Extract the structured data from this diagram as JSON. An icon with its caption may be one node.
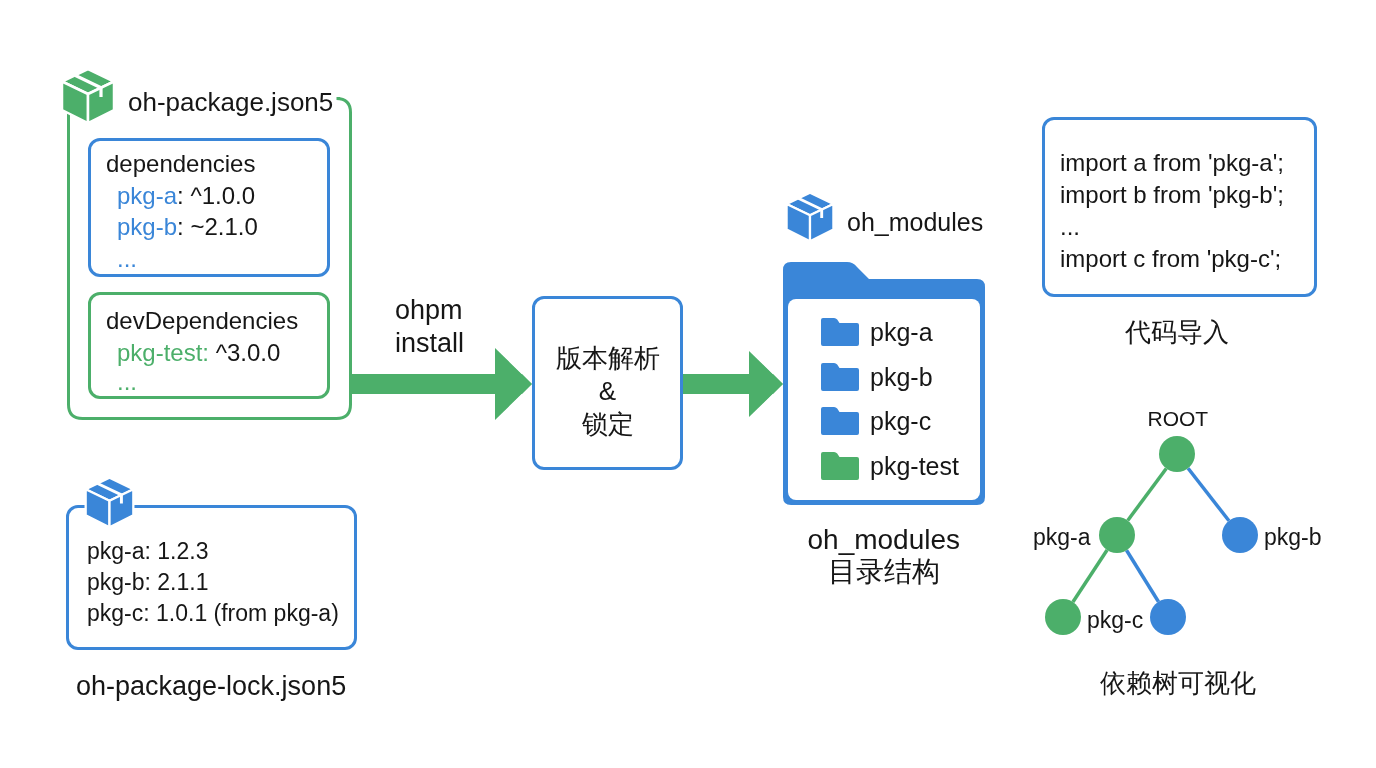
{
  "diagram": {
    "nodes": [
      {
        "text": [
          "oh-package.json5"
        ]
      },
      {
        "text": [
          "dependencies",
          "pkg-a: ^1.0.0",
          "pkg-b: ~2.1.0",
          "..."
        ],
        "in": 0
      },
      {
        "text": [
          "devDependencies",
          "pkg-test: ^3.0.0",
          "..."
        ],
        "in": 0
      },
      {
        "text": [
          "pkg-a: 1.2.3",
          "pkg-b: 2.1.1",
          "pkg-c: 1.0.1 (from pkg-a)"
        ],
        "beside": [
          "oh-package-lock.json5"
        ]
      },
      {
        "text": [
          "版本解析 & 锁定"
        ]
      },
      {
        "text": [
          "oh_modules",
          "pkg-a",
          "pkg-b",
          "pkg-c",
          "pkg-test"
        ],
        "beside": [
          "oh_modules 目录结构"
        ]
      },
      {
        "text": [
          "import a from 'pkg-a';",
          "import b from 'pkg-b';",
          "...",
          "import c from 'pkg-c';"
        ],
        "beside": [
          "代码导入"
        ]
      },
      {
        "text": [],
        "shape": "circle",
        "beside": [
          "ROOT"
        ]
      },
      {
        "text": [],
        "shape": "circle",
        "beside": [
          "pkg-a"
        ]
      },
      {
        "text": [],
        "shape": "circle",
        "beside": [
          "pkg-b"
        ]
      },
      {
        "text": [],
        "shape": "circle"
      },
      {
        "text": [],
        "shape": "circle"
      }
    ],
    "edges": [
      {
        "from": 0,
        "to": 4,
        "arrow": "to",
        "label": "ohpm install",
        "style": "thick"
      },
      {
        "from": 4,
        "to": 5,
        "arrow": "to",
        "style": "thick"
      },
      {
        "from": 7,
        "to": 8,
        "arrow": "none"
      },
      {
        "from": 7,
        "to": 9,
        "arrow": "none",
        "color": "#3a86d8"
      },
      {
        "from": 8,
        "to": 10,
        "arrow": "none"
      },
      {
        "from": 8,
        "to": 11,
        "arrow": "none",
        "color": "#3a86d8"
      }
    ],
    "labels": [
      "pkg-c",
      "依赖树可视化"
    ]
  }
}
